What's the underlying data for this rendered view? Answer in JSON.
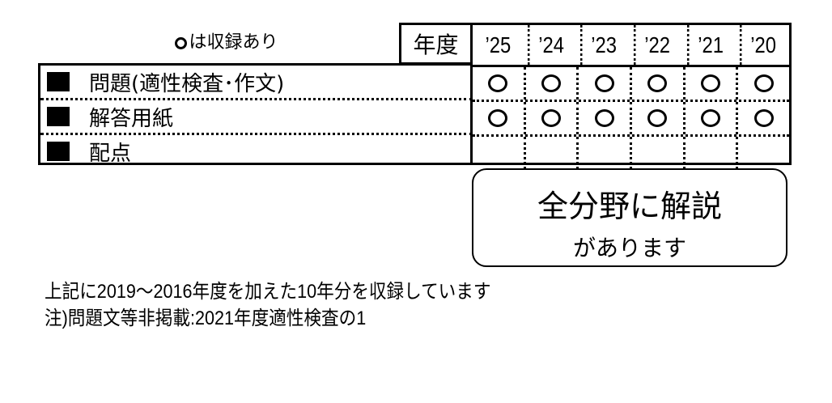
{
  "legend": {
    "icon": "circle-icon",
    "text": "は収録あり"
  },
  "header": {
    "nendo_label": "年度",
    "years": [
      "’25",
      "’24",
      "’23",
      "’22",
      "’21",
      "’20"
    ]
  },
  "rows": [
    {
      "label": "問題(適性検査･作文)",
      "marks": [
        true,
        true,
        true,
        true,
        true,
        true
      ]
    },
    {
      "label": "解答用紙",
      "marks": [
        true,
        true,
        true,
        true,
        true,
        true
      ]
    },
    {
      "label": "配点",
      "marks": [
        false,
        false,
        false,
        false,
        false,
        false
      ]
    }
  ],
  "promo": {
    "line1": "全分野に解説",
    "line2": "があります"
  },
  "notes": [
    "上記に2019～2016年度を加えた10年分を収録しています",
    "注)問題文等非掲載:2021年度適性検査の1"
  ]
}
